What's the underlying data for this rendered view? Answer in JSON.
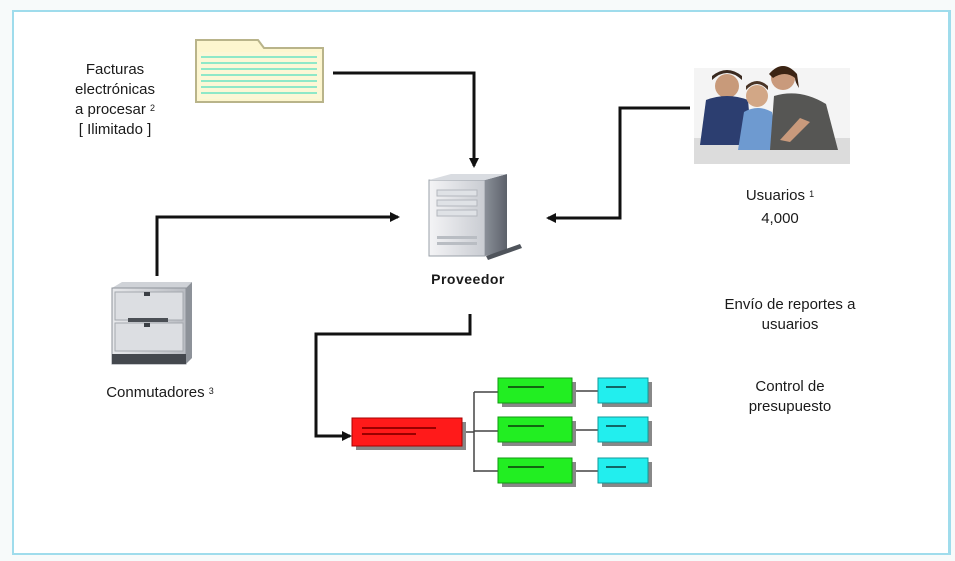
{
  "labels": {
    "invoices_line1": "Facturas",
    "invoices_line2": "electrónicas",
    "invoices_line3": "a procesar",
    "invoices_sup": "2",
    "invoices_line4": "[ Ilimitado ]",
    "users_title": "Usuarios",
    "users_sup": "1",
    "users_count": "4,000",
    "provider": "Proveedor",
    "switches": "Conmutadores",
    "switches_sup": "3",
    "reports_line1": "Envío de reportes a",
    "reports_line2": "usuarios",
    "budget_line1": "Control de",
    "budget_line2": "presupuesto"
  },
  "colors": {
    "frame_border": "#9fdcec",
    "root_node": "#ff1a1a",
    "level2_nodes": "#22ee22",
    "level3_nodes": "#22eeee",
    "folder": "#fdf6cf"
  },
  "icons": {
    "invoices": "folder-with-lines-icon",
    "users": "office-team-photo",
    "provider": "server-tower-icon",
    "switches": "network-switch-cabinet-icon"
  }
}
